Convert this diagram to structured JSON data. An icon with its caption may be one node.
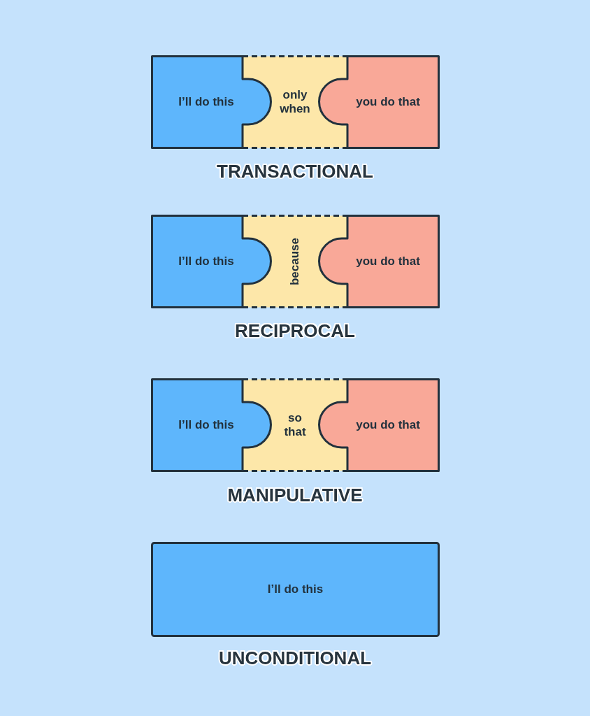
{
  "diagram": {
    "nodes": [
      {
        "text": [
          "I’ll do this"
        ]
      },
      {
        "text": [
          "only when"
        ]
      },
      {
        "text": [
          "you do that"
        ]
      },
      {
        "text": [
          "I’ll do this"
        ]
      },
      {
        "text": [
          "because"
        ]
      },
      {
        "text": [
          "you do that"
        ]
      },
      {
        "text": [
          "I’ll do this"
        ]
      },
      {
        "text": [
          "so that"
        ]
      },
      {
        "text": [
          "you do that"
        ]
      },
      {
        "text": [
          "I’ll do this"
        ]
      }
    ],
    "labels": [
      "TRANSACTIONAL",
      "RECIPROCAL",
      "MANIPULATIVE",
      "UNCONDITIONAL"
    ]
  }
}
